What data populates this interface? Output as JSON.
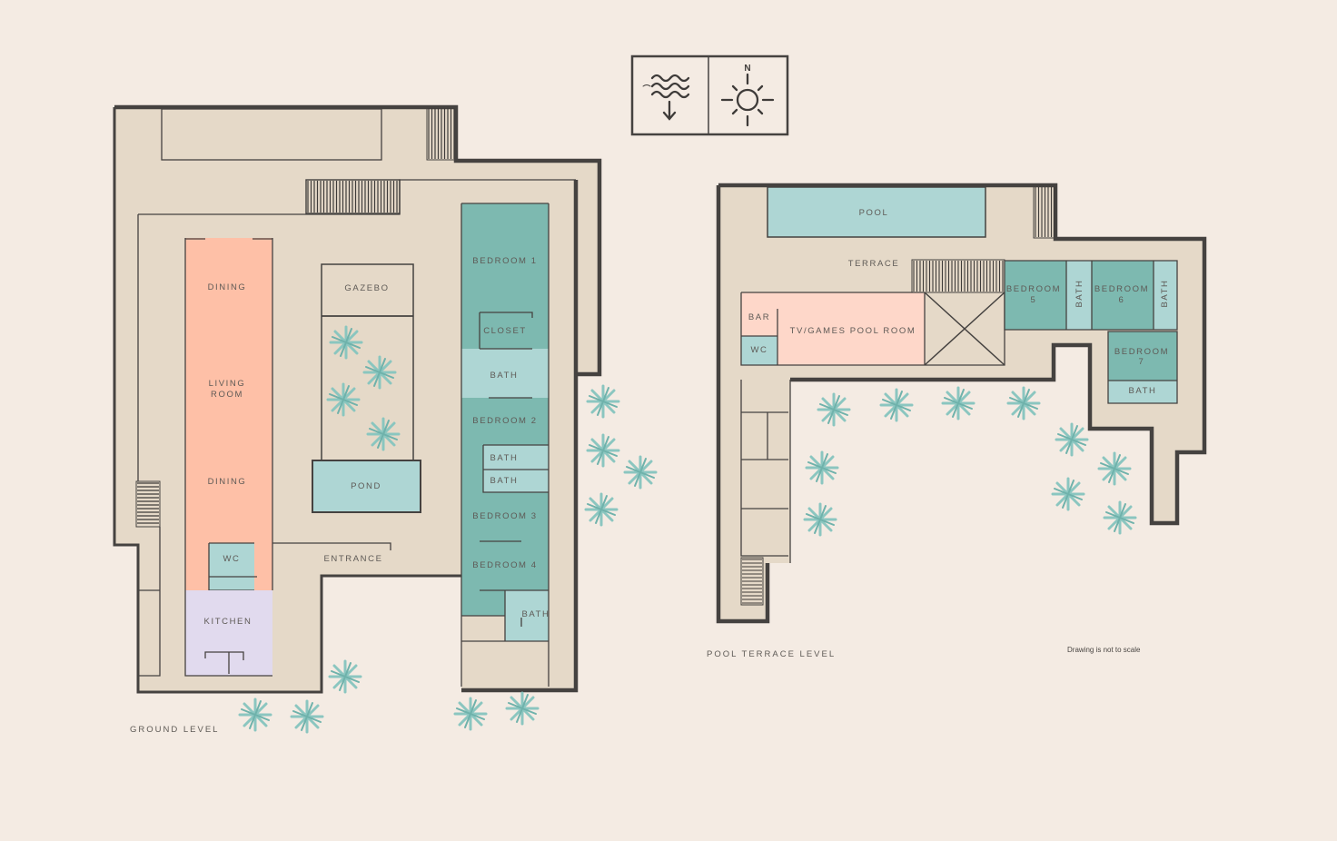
{
  "legend": {
    "sea_icon": "waves-with-down-arrow",
    "compass_icon": "sun-compass",
    "north_label": "N"
  },
  "ground_level": {
    "title": "GROUND LEVEL",
    "rooms": {
      "dining_top": "DINING",
      "living_1": "LIVING",
      "living_2": "ROOM",
      "dining_bottom": "DINING",
      "wc": "WC",
      "kitchen": "KITCHEN",
      "gazebo": "GAZEBO",
      "pond": "POND",
      "entrance": "ENTRANCE",
      "bedroom1": "BEDROOM 1",
      "closet": "CLOSET",
      "bath1": "BATH",
      "bedroom2": "BEDROOM 2",
      "bath2a": "BATH",
      "bath2b": "BATH",
      "bedroom3": "BEDROOM 3",
      "bedroom4": "BEDROOM 4",
      "bath4": "BATH"
    }
  },
  "pool_terrace_level": {
    "title": "POOL TERRACE LEVEL",
    "rooms": {
      "pool": "POOL",
      "terrace": "TERRACE",
      "bar": "BAR",
      "wc": "WC",
      "tv_games": "TV/GAMES POOL ROOM",
      "bedroom5_1": "BEDROOM",
      "bedroom5_2": "5",
      "bath5": "BATH",
      "bedroom6_1": "BEDROOM",
      "bedroom6_2": "6",
      "bath6": "BATH",
      "bedroom7_1": "BEDROOM",
      "bedroom7_2": "7",
      "bath7": "BATH"
    }
  },
  "note": "Drawing is not to scale",
  "colors": {
    "background": "#f4ebe3",
    "hall": "#e5d9c8",
    "living": "#fec0a7",
    "bedroom": "#7db9b0",
    "bath": "#aed6d4",
    "kitchen": "#e1daee",
    "games_room": "#fed7c9",
    "plants": "#86c5bf",
    "walls": "#454240"
  }
}
